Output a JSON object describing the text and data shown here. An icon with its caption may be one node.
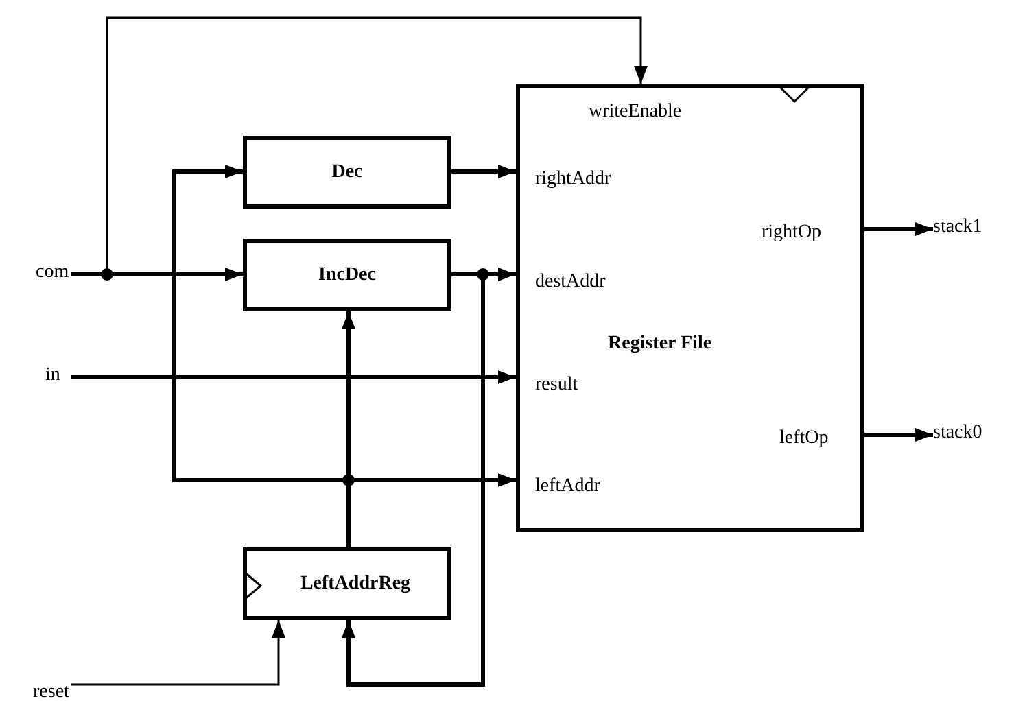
{
  "diagram": {
    "nodes": [
      {
        "text": [
          "com"
        ]
      },
      {
        "text": [
          "in"
        ]
      },
      {
        "text": [
          "reset"
        ]
      },
      {
        "text": [
          "Dec"
        ]
      },
      {
        "text": [
          "IncDec"
        ]
      },
      {
        "text": [
          "LeftAddrReg"
        ]
      },
      {
        "text": [
          "Register File",
          "writeEnable",
          "rightAddr",
          "rightOp",
          "destAddr",
          "result",
          "leftOp",
          "leftAddr"
        ]
      },
      {
        "text": [
          "stack1"
        ]
      },
      {
        "text": [
          "stack0"
        ]
      }
    ],
    "edges": [
      {
        "from": 0,
        "to": 6,
        "arrow": "to"
      },
      {
        "from": 0,
        "to": 4,
        "arrow": "to"
      },
      {
        "from": 3,
        "to": 6,
        "arrow": "to"
      },
      {
        "from": 4,
        "to": 6,
        "arrow": "to"
      },
      {
        "from": 4,
        "to": 5,
        "arrow": "to"
      },
      {
        "from": 1,
        "to": 6,
        "arrow": "to"
      },
      {
        "from": 5,
        "to": 4,
        "arrow": "to"
      },
      {
        "from": 5,
        "to": 6,
        "arrow": "to"
      },
      {
        "from": 5,
        "to": 3,
        "arrow": "to"
      },
      {
        "from": 2,
        "to": 5,
        "arrow": "to"
      },
      {
        "from": 6,
        "to": 7,
        "arrow": "to"
      },
      {
        "from": 6,
        "to": 8,
        "arrow": "to"
      }
    ]
  }
}
